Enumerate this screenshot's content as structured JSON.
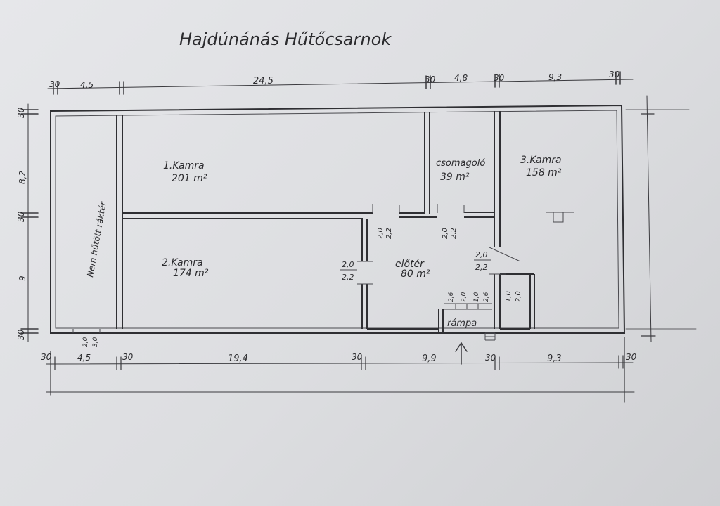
{
  "title": "Hajdúnánás Hűtőcsarnok",
  "rooms": {
    "kamra1": {
      "name": "1.Kamra",
      "area": "201 m²"
    },
    "kamra2": {
      "name": "2.Kamra",
      "area": "174 m²"
    },
    "kamra3": {
      "name": "3.Kamra",
      "area": "158 m²"
    },
    "csomagolo": {
      "name": "csomagoló",
      "area": "39 m²"
    },
    "eloter": {
      "name": "előtér",
      "area": "80 m²"
    },
    "nem_hutott": {
      "name": "Nem hűtött ráktér"
    },
    "rampa": {
      "name": "rámpa"
    }
  },
  "dims_top": [
    "30",
    "4,5",
    "24,5",
    "30",
    "4,8",
    "30",
    "9,3",
    "30"
  ],
  "dims_bottom": [
    "30",
    "4,5",
    "30",
    "19,4",
    "30",
    "9,9",
    "30",
    "9,3",
    "30"
  ],
  "dims_left": [
    "30",
    "8,2",
    "30",
    "9",
    "30"
  ],
  "door_labels": {
    "d1": [
      "2,0",
      "2,2"
    ],
    "d2": [
      "2,0",
      "2,2"
    ],
    "d3": [
      "2,0",
      "2,2"
    ],
    "d4": [
      "2,0",
      "2,2"
    ],
    "small": [
      "2,6",
      "2,0",
      "1,0",
      "2,6"
    ],
    "small2": [
      "1,0",
      "2,0"
    ],
    "bottom_left": [
      "2,0",
      "3,0"
    ]
  }
}
